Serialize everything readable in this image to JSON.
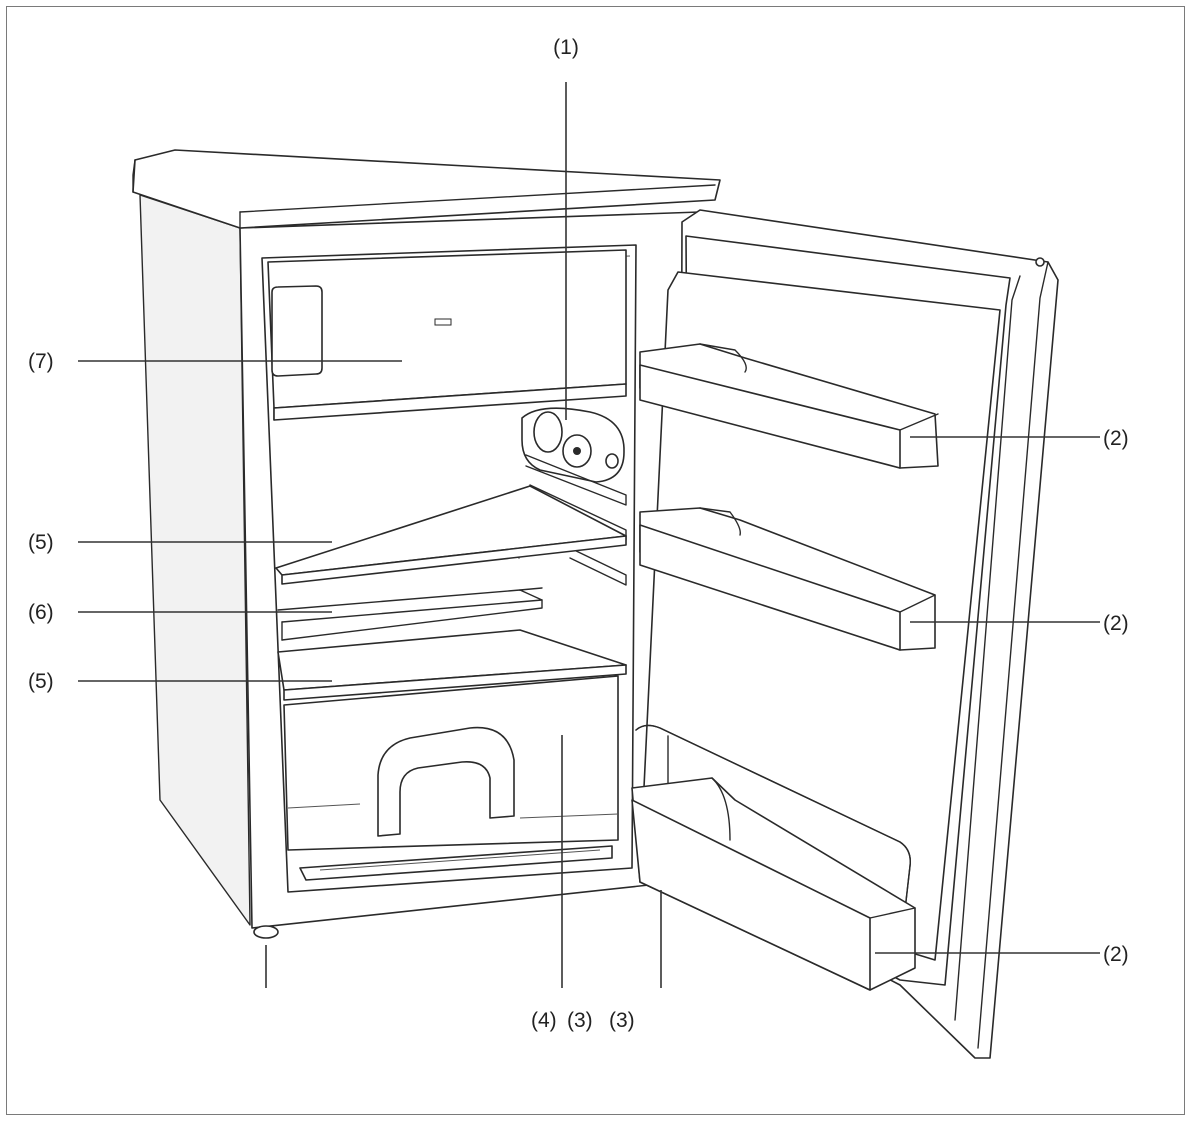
{
  "callouts": [
    {
      "id": "1",
      "text": "(1)"
    },
    {
      "id": "2a",
      "text": "(2)"
    },
    {
      "id": "2b",
      "text": "(2)"
    },
    {
      "id": "2c",
      "text": "(2)"
    },
    {
      "id": "4",
      "text": "(4)"
    },
    {
      "id": "3a",
      "text": "(3)"
    },
    {
      "id": "3b",
      "text": "(3)"
    },
    {
      "id": "5a",
      "text": "(5)"
    },
    {
      "id": "5b",
      "text": "(5)"
    },
    {
      "id": "6",
      "text": "(6)"
    },
    {
      "id": "7",
      "text": "(7)"
    }
  ],
  "colors": {
    "line": "#2a2a2a",
    "frame": "#7a7a7a",
    "background": "#ffffff"
  }
}
